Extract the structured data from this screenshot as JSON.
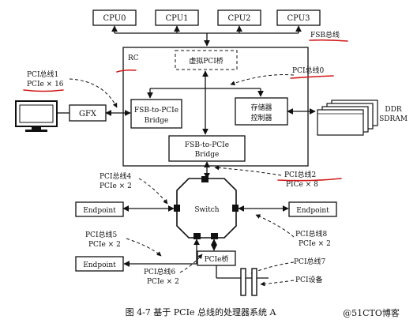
{
  "cpus": [
    "CPU0",
    "CPU1",
    "CPU2",
    "CPU3"
  ],
  "fsb_label": "FSB总线",
  "rc_label": "RC",
  "virtual_pci_bridge": "虚拟PCI桥",
  "pci_bus0": "PCI总线0",
  "pci_bus1": "PCI总线1",
  "pcie_x16": "PCIe × 16",
  "gfx": "GFX",
  "fsb_pcie_bridge_left": [
    "FSB-to-PCIe",
    "Bridge"
  ],
  "mem_controller": [
    "存储器",
    "控制器"
  ],
  "ddr": [
    "DDR",
    "SDRAM"
  ],
  "fsb_pcie_bridge_bottom": [
    "FSB-to-PCIe",
    "Bridge"
  ],
  "pci_bus4": "PCI总线4",
  "pcie_x2_a": "PCIe × 2",
  "pci_bus2": "PCI总线2",
  "pcie_x8": "PICe × 8",
  "switch": "Switch",
  "endpoint_left_top": "Endpoint",
  "endpoint_right": "Endpoint",
  "endpoint_left_bottom": "Endpoint",
  "pci_bus5": "PCI总线5",
  "pcie_x2_b": "PCIe × 2",
  "pci_bus8": "PCI总线8",
  "pcie_x2_c": "PCIe × 2",
  "pci_bus6": "PCI总线6",
  "pcie_x2_d": "PCIe × 2",
  "pcie_bridge": "PCIe桥",
  "pci_bus7": "PCI总线7",
  "pci_device": "PCI设备",
  "caption": "图 4-7   基于 PCIe 总线的处理器系统 A",
  "watermark": "@51CTO博客"
}
